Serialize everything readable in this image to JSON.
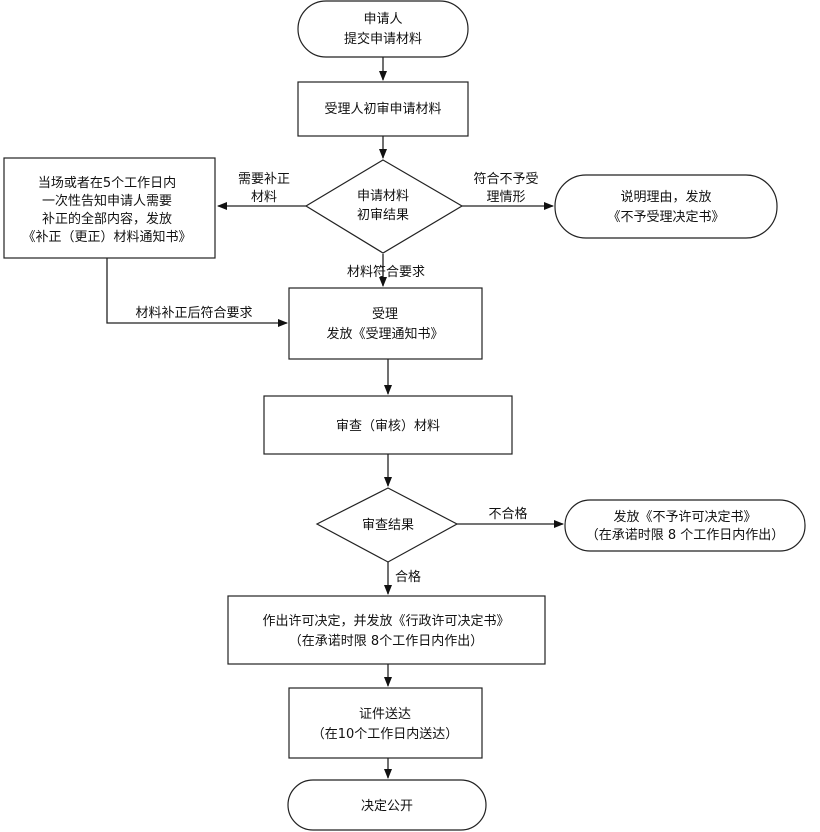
{
  "nodes": {
    "start": {
      "lines": [
        "申请人",
        "提交申请材料"
      ]
    },
    "pre_review": {
      "lines": [
        "受理人初审申请材料"
      ]
    },
    "pre_result": {
      "lines": [
        "申请材料",
        "初审结果"
      ]
    },
    "notify_fix": {
      "lines": [
        "当场或者在5个工作日内",
        "一次性告知申请人需要",
        "补正的全部内容，发放",
        "《补正（更正）材料通知书》"
      ]
    },
    "reject_accept": {
      "lines": [
        "说明理由，发放",
        "《不予受理决定书》"
      ]
    },
    "accept": {
      "lines": [
        "受理",
        "发放《受理通知书》"
      ]
    },
    "review": {
      "lines": [
        "审查（审核）材料"
      ]
    },
    "review_result": {
      "lines": [
        "审查结果"
      ]
    },
    "deny": {
      "lines": [
        "发放《不予许可决定书》",
        "（在承诺时限 8 个工作日内作出）"
      ]
    },
    "approve": {
      "lines": [
        "作出许可决定，并发放《行政许可决定书》",
        "（在承诺时限 8个工作日内作出）"
      ]
    },
    "deliver": {
      "lines": [
        "证件送达",
        "（在10个工作日内送达）"
      ]
    },
    "publish": {
      "lines": [
        "决定公开"
      ]
    }
  },
  "edge_labels": {
    "need_fix": [
      "需要补正",
      "材料"
    ],
    "not_accepted": [
      "符合不予受",
      "理情形"
    ],
    "meets": [
      "材料符合要求"
    ],
    "fixed": [
      "材料补正后符合要求"
    ],
    "fail": [
      "不合格"
    ],
    "pass": [
      "合格"
    ]
  }
}
